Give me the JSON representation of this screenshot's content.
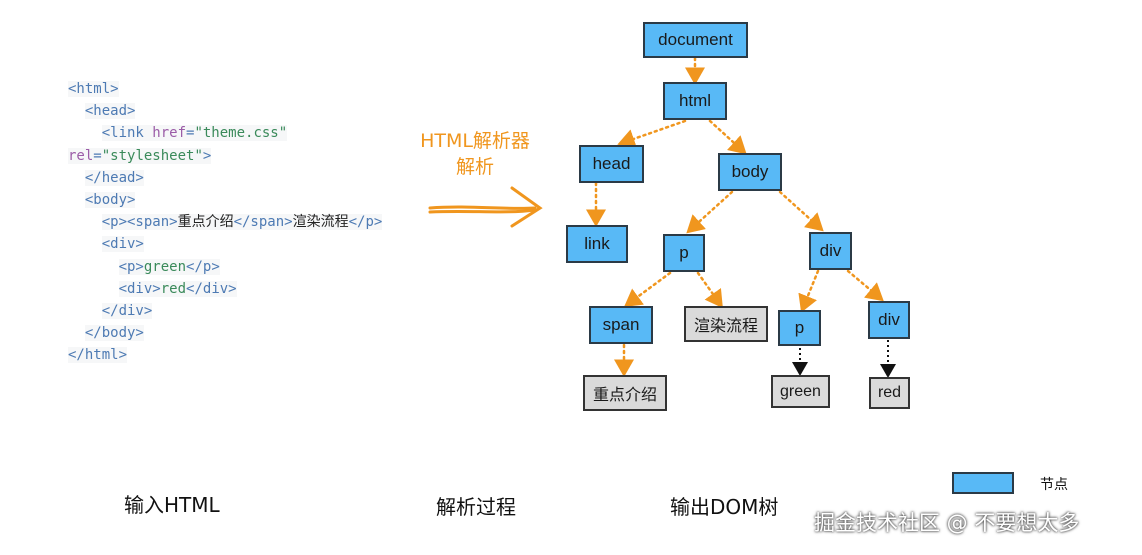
{
  "code_lines": [
    {
      "indent": "",
      "parts": [
        {
          "c": "tag",
          "t": "<html>"
        }
      ]
    },
    {
      "indent": "  ",
      "parts": [
        {
          "c": "tag",
          "t": "<head>"
        }
      ]
    },
    {
      "indent": "    ",
      "parts": [
        {
          "c": "tag",
          "t": "<link "
        },
        {
          "c": "attr",
          "t": "href"
        },
        {
          "c": "tag",
          "t": "="
        },
        {
          "c": "val",
          "t": "\"theme.css\""
        }
      ]
    },
    {
      "indent": "",
      "parts": [
        {
          "c": "attr",
          "t": "rel"
        },
        {
          "c": "tag",
          "t": "="
        },
        {
          "c": "val",
          "t": "\"stylesheet\""
        },
        {
          "c": "tag",
          "t": ">"
        }
      ]
    },
    {
      "indent": "  ",
      "parts": [
        {
          "c": "tag",
          "t": "</head>"
        }
      ]
    },
    {
      "indent": "  ",
      "parts": [
        {
          "c": "tag",
          "t": "<body>"
        }
      ]
    },
    {
      "indent": "    ",
      "parts": [
        {
          "c": "tag",
          "t": "<p><span>"
        },
        {
          "c": "txt",
          "t": "重点介绍"
        },
        {
          "c": "tag",
          "t": "</span>"
        },
        {
          "c": "txt",
          "t": "渲染流程"
        },
        {
          "c": "tag",
          "t": "</p>"
        }
      ]
    },
    {
      "indent": "    ",
      "parts": [
        {
          "c": "tag",
          "t": "<div>"
        }
      ]
    },
    {
      "indent": "      ",
      "parts": [
        {
          "c": "tag",
          "t": "<p>"
        },
        {
          "c": "val",
          "t": "green"
        },
        {
          "c": "tag",
          "t": "</p>"
        }
      ]
    },
    {
      "indent": "      ",
      "parts": [
        {
          "c": "tag",
          "t": "<div>"
        },
        {
          "c": "val",
          "t": "red"
        },
        {
          "c": "tag",
          "t": "</div>"
        }
      ]
    },
    {
      "indent": "    ",
      "parts": [
        {
          "c": "tag",
          "t": "</div>"
        }
      ]
    },
    {
      "indent": "  ",
      "parts": [
        {
          "c": "tag",
          "t": "</body>"
        }
      ]
    },
    {
      "indent": "",
      "parts": [
        {
          "c": "tag",
          "t": "</html>"
        }
      ]
    }
  ],
  "parser_label": {
    "line1": "HTML解析器",
    "line2": "解析"
  },
  "nodes": {
    "document": "document",
    "html": "html",
    "head": "head",
    "body": "body",
    "link": "link",
    "p": "p",
    "div": "div",
    "span": "span",
    "render_flow": "渲染流程",
    "p2": "p",
    "div2": "div",
    "key_intro": "重点介绍",
    "green": "green",
    "red": "red"
  },
  "captions": {
    "input": "输入HTML",
    "process": "解析过程",
    "output": "输出DOM树"
  },
  "legend": {
    "label": "节点"
  },
  "watermark": "掘金技术社区 @ 不要想太多",
  "colors": {
    "node_fill": "#58b9f6",
    "leaf_fill": "#dadada",
    "edge_orange": "#f0961e",
    "edge_black": "#111111"
  }
}
